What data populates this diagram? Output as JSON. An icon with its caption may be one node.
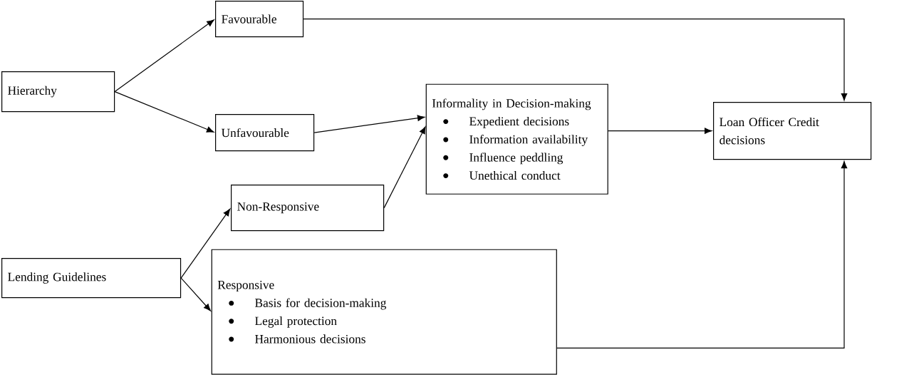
{
  "diagram": {
    "nodes": [
      {
        "text": [
          "Hierarchy"
        ]
      },
      {
        "text": [
          "Favourable"
        ]
      },
      {
        "text": [
          "Unfavourable"
        ]
      },
      {
        "text": [
          "Informality in Decision-making",
          "Expedient decisions",
          "Information availability",
          "Influence peddling",
          "Unethical conduct"
        ]
      },
      {
        "text": [
          "Loan Officer Credit decisions"
        ]
      },
      {
        "text": [
          "Non-Responsive"
        ]
      },
      {
        "text": [
          "Lending Guidelines"
        ]
      },
      {
        "text": [
          "Responsive",
          "Basis for decision-making",
          "Legal protection",
          "Harmonious decisions"
        ]
      }
    ],
    "edges": [
      {
        "from": 0,
        "to": 1,
        "arrow": "to"
      },
      {
        "from": 0,
        "to": 2,
        "arrow": "to"
      },
      {
        "from": 1,
        "to": 4,
        "arrow": "to"
      },
      {
        "from": 2,
        "to": 3,
        "arrow": "to"
      },
      {
        "from": 5,
        "to": 3,
        "arrow": "to"
      },
      {
        "from": 3,
        "to": 4,
        "arrow": "to"
      },
      {
        "from": 6,
        "to": 5,
        "arrow": "to"
      },
      {
        "from": 6,
        "to": 7,
        "arrow": "to"
      },
      {
        "from": 7,
        "to": 4,
        "arrow": "to"
      }
    ]
  }
}
